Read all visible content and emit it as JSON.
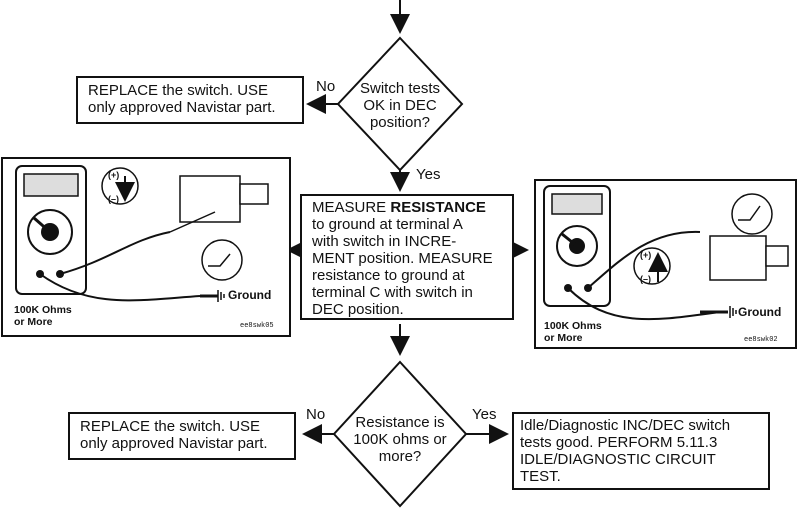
{
  "flow": {
    "decision1": {
      "text_lines": [
        "Switch tests",
        "OK in DEC",
        "position?"
      ]
    },
    "decision1_no_label": "No",
    "decision1_yes_label": "Yes",
    "replace_box_1": {
      "lines": [
        "REPLACE the switch. USE",
        "only approved Navistar part."
      ]
    },
    "measure_box": {
      "line1_prefix": "MEASURE ",
      "line1_bold": "RESISTANCE",
      "lines": [
        "to ground at terminal A",
        "with switch in INCRE-",
        "MENT position. MEASURE",
        "resistance to ground at",
        "terminal C with switch in",
        "DEC position."
      ]
    },
    "decision2": {
      "text_lines": [
        "Resistance is",
        "100K ohms or",
        "more?"
      ]
    },
    "decision2_no_label": "No",
    "decision2_yes_label": "Yes",
    "replace_box_2": {
      "lines": [
        "REPLACE the switch. USE",
        "only approved Navistar part."
      ]
    },
    "result_box": {
      "lines": [
        "Idle/Diagnostic INC/DEC switch",
        "tests good. PERFORM 5.11.3",
        "IDLE/DIAGNOSTIC CIRCUIT",
        "TEST."
      ]
    }
  },
  "illustrations": {
    "left": {
      "ground_label": "Ground",
      "ohms_lines": [
        "100K Ohms",
        "or More"
      ],
      "code": "ee8swk05",
      "plus_label": "(+)",
      "minus_label": "(–)"
    },
    "right": {
      "ground_label": "Ground",
      "ohms_lines": [
        "100K Ohms",
        "or More"
      ],
      "code": "ee8swk02",
      "plus_label": "(+)",
      "minus_label": "(–)"
    }
  }
}
